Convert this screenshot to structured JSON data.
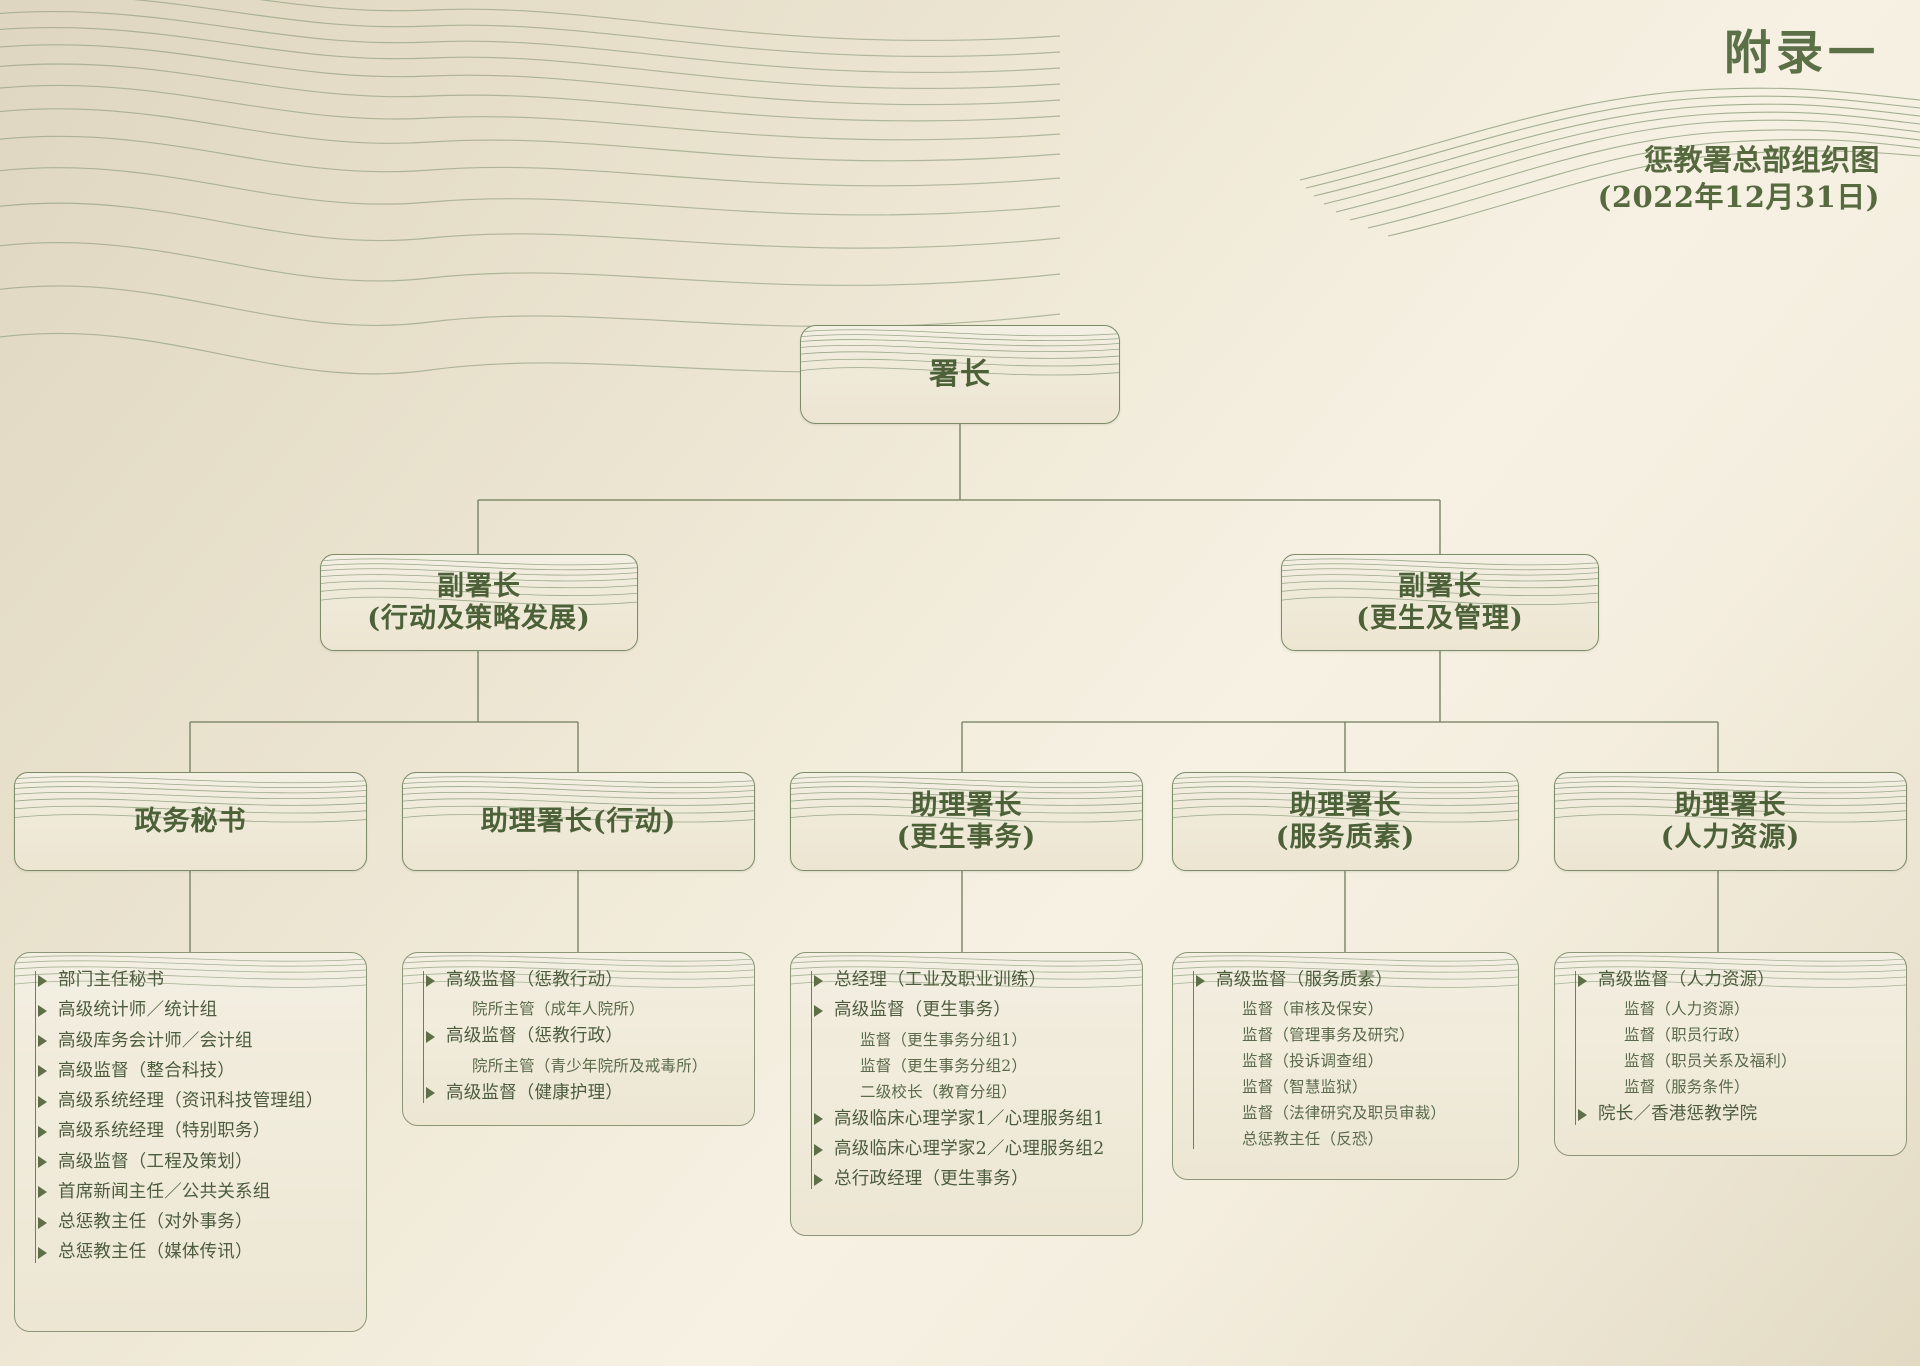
{
  "header": {
    "appendix_title": "附录一",
    "chart_title_line1": "惩教署总部组织图",
    "chart_title_line2": "(2022年12月31日)"
  },
  "colors": {
    "background_light": "#f6f1e3",
    "background_dark": "#ded6c0",
    "text_green": "#4d6139",
    "title_green": "#5c7048",
    "line_green": "#7c8c68",
    "bullet_green": "#5f7049"
  },
  "nodes": {
    "commissioner": "署长",
    "deputy_operations": "副署长\n(行动及策略发展)",
    "deputy_rehab": "副署长\n(更生及管理)",
    "asst_secretary": "政务秘书",
    "asst_operations": "助理署长(行动)",
    "asst_rehab": "助理署长\n(更生事务)",
    "asst_quality": "助理署长\n(服务质素)",
    "asst_hr": "助理署长\n(人力资源)"
  },
  "panels": [
    {
      "name": "secretary-panel",
      "items": [
        {
          "text": "部门主任秘书",
          "level": 1
        },
        {
          "text": "高级统计师／统计组",
          "level": 1
        },
        {
          "text": "高级库务会计师／会计组",
          "level": 1
        },
        {
          "text": "高级监督（整合科技）",
          "level": 1
        },
        {
          "text": "高级系统经理（资讯科技管理组）",
          "level": 1
        },
        {
          "text": "高级系统经理（特别职务）",
          "level": 1
        },
        {
          "text": "高级监督（工程及策划）",
          "level": 1
        },
        {
          "text": "首席新闻主任／公共关系组",
          "level": 1
        },
        {
          "text": "总惩教主任（对外事务）",
          "level": 1
        },
        {
          "text": "总惩教主任（媒体传讯）",
          "level": 1
        }
      ]
    },
    {
      "name": "operations-panel",
      "items": [
        {
          "text": "高级监督（惩教行动）",
          "level": 1
        },
        {
          "text": "院所主管（成年人院所）",
          "level": 2
        },
        {
          "text": "高级监督（惩教行政）",
          "level": 1
        },
        {
          "text": "院所主管（青少年院所及戒毒所）",
          "level": 2
        },
        {
          "text": "高级监督（健康护理）",
          "level": 1
        }
      ]
    },
    {
      "name": "rehab-panel",
      "items": [
        {
          "text": "总经理（工业及职业训练）",
          "level": 1
        },
        {
          "text": "高级监督（更生事务）",
          "level": 1
        },
        {
          "text": "监督（更生事务分组1）",
          "level": 2
        },
        {
          "text": "监督（更生事务分组2）",
          "level": 2
        },
        {
          "text": "二级校长（教育分组）",
          "level": 2
        },
        {
          "text": "高级临床心理学家1／心理服务组1",
          "level": 1
        },
        {
          "text": "高级临床心理学家2／心理服务组2",
          "level": 1
        },
        {
          "text": "总行政经理（更生事务）",
          "level": 1
        }
      ]
    },
    {
      "name": "quality-panel",
      "items": [
        {
          "text": "高级监督（服务质素）",
          "level": 1
        },
        {
          "text": "监督（审核及保安）",
          "level": 2
        },
        {
          "text": "监督（管理事务及研究）",
          "level": 2
        },
        {
          "text": "监督（投诉调查组）",
          "level": 2
        },
        {
          "text": "监督（智慧监狱）",
          "level": 2
        },
        {
          "text": "监督（法律研究及职员审裁）",
          "level": 2
        },
        {
          "text": "总惩教主任（反恐）",
          "level": 2
        }
      ]
    },
    {
      "name": "hr-panel",
      "items": [
        {
          "text": "高级监督（人力资源）",
          "level": 1
        },
        {
          "text": "监督（人力资源）",
          "level": 2
        },
        {
          "text": "监督（职员行政）",
          "level": 2
        },
        {
          "text": "监督（职员关系及福利）",
          "level": 2
        },
        {
          "text": "监督（服务条件）",
          "level": 2
        },
        {
          "text": "院长／香港惩教学院",
          "level": 1
        }
      ]
    }
  ]
}
